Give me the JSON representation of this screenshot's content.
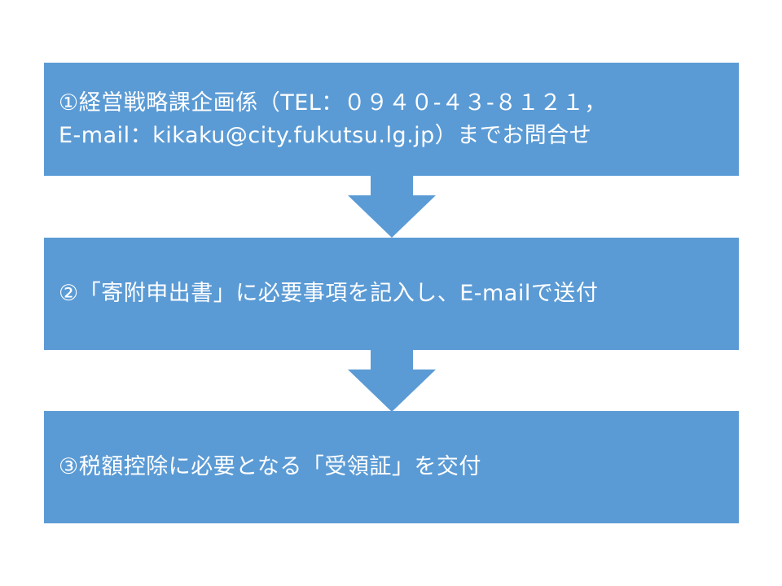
{
  "colors": {
    "box": "#5b9bd5",
    "text": "#ffffff"
  },
  "steps": [
    {
      "lines": [
        "①経営戦略課企画係（TEL：０９４０-４３-８１２１，",
        "E-mail：kikaku@city.fukutsu.lg.jp）までお問合せ"
      ]
    },
    {
      "lines": [
        "②「寄附申出書」に必要事項を記入し、E-mailで送付"
      ]
    },
    {
      "lines": [
        "③税額控除に必要となる「受領証」を交付"
      ]
    }
  ]
}
